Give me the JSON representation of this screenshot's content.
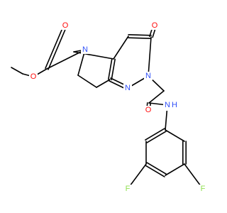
{
  "molecule": {
    "atom_labels": {
      "ester_O": "O",
      "carbonyl_O": "O",
      "ring_N6": "N",
      "ketone_O": "O",
      "ring_N2": "N",
      "ring_N1": "N",
      "amide_O": "O",
      "amide_NH": "N",
      "amide_H": "H",
      "fluorine_left": "F",
      "fluorine_right": "F"
    },
    "colors": {
      "oxygen": "#ff0d0d",
      "nitrogen": "#3050f8",
      "fluorine": "#90e050",
      "bond": "#000000"
    }
  }
}
